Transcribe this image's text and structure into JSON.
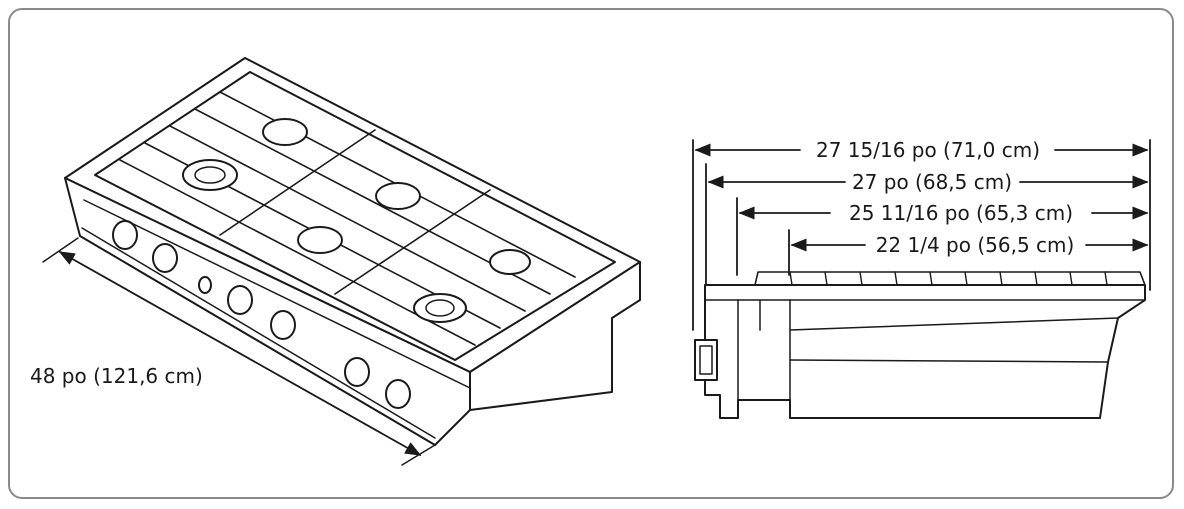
{
  "diagram": {
    "width_label": "48 po (121,6 cm)",
    "depth_labels": [
      "27 15/16 po (71,0 cm)",
      "27 po (68,5 cm)",
      "25 11/16 po (65,3 cm)",
      "22 1/4 po (56,5 cm)"
    ]
  },
  "colors": {
    "line": "#1a1a1a",
    "frame": "#8a8a8a"
  }
}
